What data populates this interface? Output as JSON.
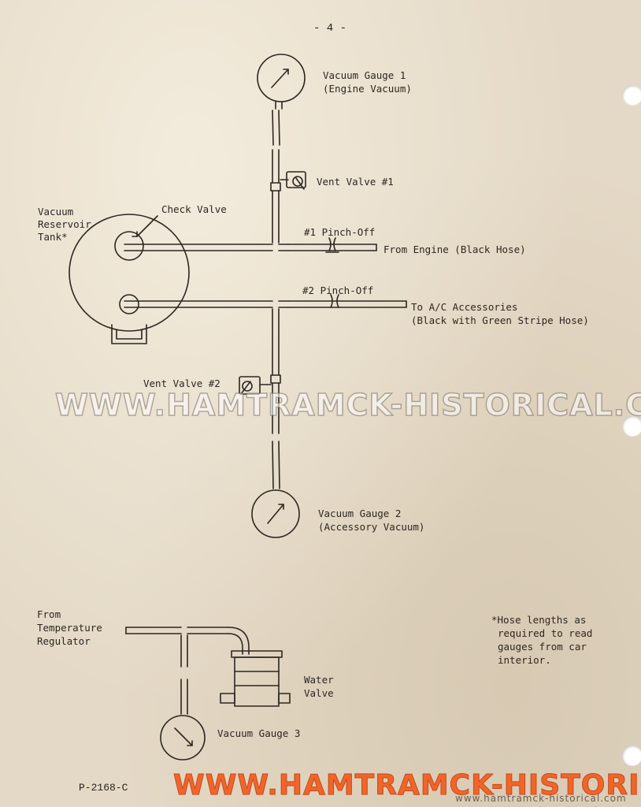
{
  "page_number": "- 4 -",
  "labels": {
    "gauge1_line1": "Vacuum Gauge 1",
    "gauge1_line2": "(Engine Vacuum)",
    "vent_valve_1": "Vent Valve #1",
    "tank_line1": "Vacuum",
    "tank_line2": "Reservoir",
    "tank_line3": "Tank*",
    "check_valve": "Check Valve",
    "pinch_off_1": "#1 Pinch-Off",
    "from_engine": "From Engine (Black Hose)",
    "pinch_off_2": "#2 Pinch-Off",
    "to_ac_line1": "To A/C Accessories",
    "to_ac_line2": "(Black with Green Stripe Hose)",
    "vent_valve_2": "Vent Valve #2",
    "gauge2_line1": "Vacuum Gauge 2",
    "gauge2_line2": "(Accessory Vacuum)",
    "from_temp_line1": "From",
    "from_temp_line2": "Temperature",
    "from_temp_line3": "Regulator",
    "water_valve_line1": "Water",
    "water_valve_line2": "Valve",
    "gauge3": "Vacuum Gauge 3",
    "note_line1": "*Hose lengths as",
    "note_line2": "required to read",
    "note_line3": "gauges from car",
    "note_line4": "interior."
  },
  "footer_code": "P-2168-C",
  "watermarks": {
    "center": "WWW.HAMTRAMCK-HISTORICAL.COM",
    "bottom": "WWW.HAMTRAMCK-HISTORICAL.COM",
    "small": "www.hamtramck-historical.com"
  },
  "colors": {
    "ink": "#2c2622",
    "paper": "#e4d9c6",
    "watermark_orange": "#f0652a"
  }
}
